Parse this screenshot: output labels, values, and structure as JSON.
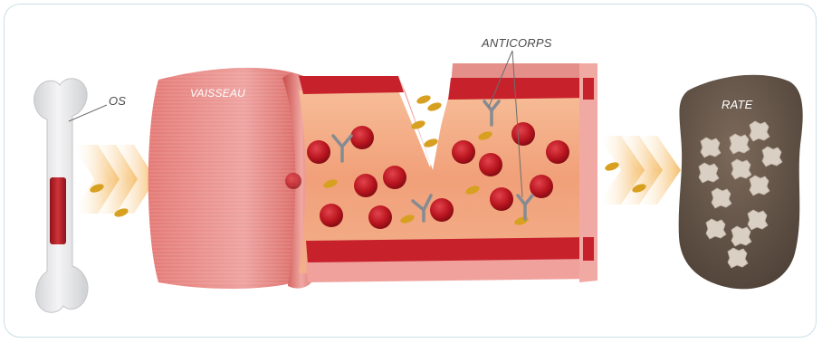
{
  "labels": {
    "bone": "OS",
    "vessel": "VAISSEAU",
    "antibodies": "ANTICORPS",
    "spleen": "RATE"
  },
  "colors": {
    "frame": "#c9dfe6",
    "bone": "#e9e9ea",
    "marrow": "#b81f28",
    "vessel_outer": "#e37f7a",
    "vessel_wall": "#d6303a",
    "blood_plasma": "#f4a77a",
    "red_cell": "#c01c27",
    "platelet": "#d8a021",
    "antibody": "#8a8f96",
    "spleen": "#6b5a4c",
    "spleen_cell": "#d9cfc3",
    "arrow": "#f3b557"
  }
}
